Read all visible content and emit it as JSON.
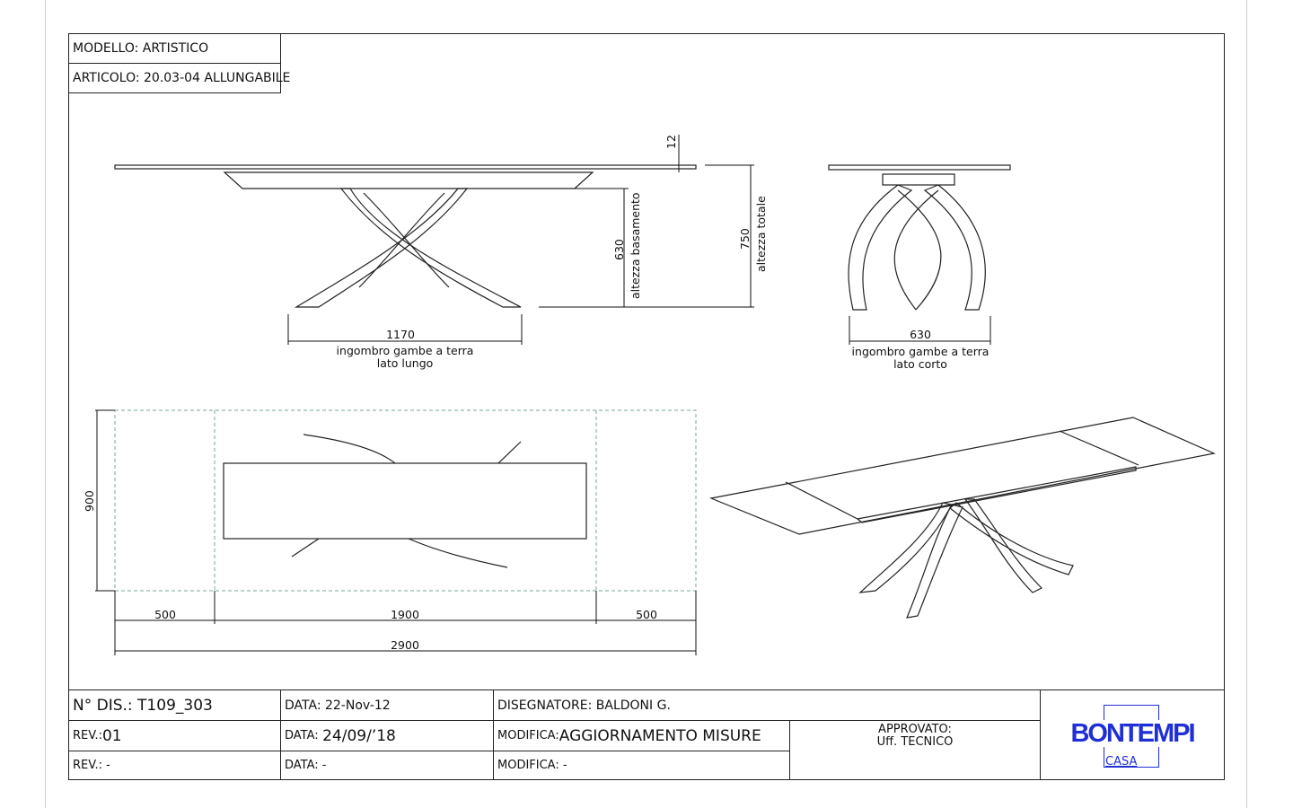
{
  "header": {
    "modello": "MODELLO: ARTISTICO",
    "articolo": "ARTICOLO: 20.03-04 ALLUNGABILE"
  },
  "side_view": {
    "dim_top": "12",
    "dim_base_value": "630",
    "dim_base_label": "altezza basamento",
    "dim_total_value": "750",
    "dim_total_label": "altezza totale",
    "dim_legs_value": "1170",
    "dim_legs_label1": "ingombro gambe a terra",
    "dim_legs_label2": "lato lungo"
  },
  "end_view": {
    "dim_value": "630",
    "dim_label1": "ingombro gambe a terra",
    "dim_label2": "lato corto"
  },
  "plan_view": {
    "depth": "900",
    "ext_left": "500",
    "center": "1900",
    "ext_right": "500",
    "total": "2900"
  },
  "title_block": {
    "dis_no": "N° DIS.: T109_303",
    "data1": "DATA: 22-Nov-12",
    "disegnatore": "DISEGNATORE: BALDONI G.",
    "rev1_label": "REV.:",
    "rev1_value": "01",
    "data2_label": "DATA:",
    "data2_value": "24/09/’18",
    "modifica1_label": "MODIFICA:",
    "modifica1_value": "AGGIORNAMENTO MISURE",
    "approvato1": "APPROVATO:",
    "approvato2": "Uff. TECNICO",
    "rev2": "REV.: -",
    "data3": "DATA: -",
    "modifica2": "MODIFICA: -"
  },
  "logo": {
    "brand": "BONTEMPI",
    "sub": "CASA",
    "color": "#1f2fd6"
  }
}
